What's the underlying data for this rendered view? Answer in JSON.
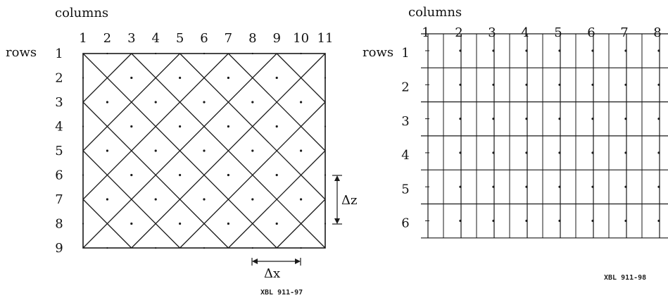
{
  "left_figure": {
    "columns_title": "columns",
    "rows_title": "rows",
    "column_labels": [
      "1",
      "2",
      "3",
      "4",
      "5",
      "6",
      "7",
      "8",
      "9",
      "10",
      "11"
    ],
    "row_labels": [
      "1",
      "2",
      "3",
      "4",
      "5",
      "6",
      "7",
      "8",
      "9"
    ],
    "dz_label": "Δz",
    "dx_label": "Δx",
    "code": "XBL 911-97"
  },
  "right_figure": {
    "columns_title": "columns",
    "rows_title": "rows",
    "column_labels": [
      "1",
      "2",
      "3",
      "4",
      "5",
      "6",
      "7",
      "8"
    ],
    "row_labels": [
      "1",
      "2",
      "3",
      "4",
      "5",
      "6"
    ],
    "code": "XBL 911-98"
  }
}
